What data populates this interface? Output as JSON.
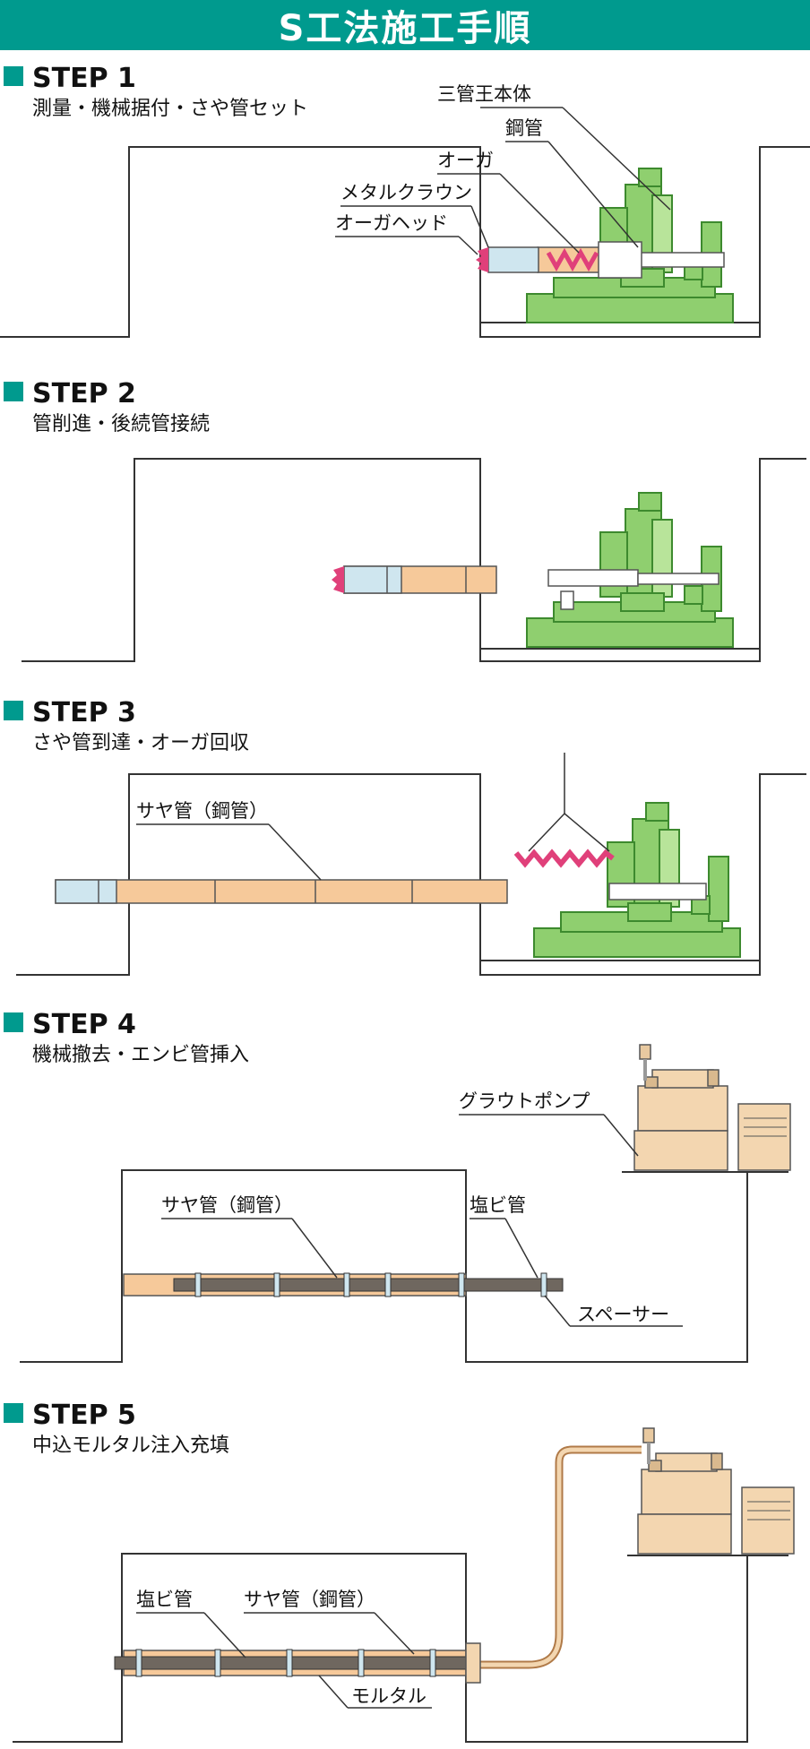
{
  "title": "S工法施工手順",
  "colors": {
    "banner": "#009a8e",
    "step_marker": "#009a8e",
    "machine": "#8fcf6f",
    "pipe": "#f6c99a",
    "tip": "#cfe6ef",
    "auger": "#e0407a",
    "pvc": "#6f675f",
    "pump": "#f3d6b0"
  },
  "steps": [
    {
      "title": "STEP 1",
      "subtitle": "測量・機械据付・さや管セット",
      "labels": [
        "三管王本体",
        "鋼管",
        "オーガ",
        "メタルクラウン",
        "オーガヘッド"
      ]
    },
    {
      "title": "STEP 2",
      "subtitle": "管削進・後続管接続",
      "labels": []
    },
    {
      "title": "STEP 3",
      "subtitle": "さや管到達・オーガ回収",
      "labels": [
        "サヤ管（鋼管）"
      ]
    },
    {
      "title": "STEP 4",
      "subtitle": "機械撤去・エンビ管挿入",
      "labels": [
        "グラウトポンプ",
        "サヤ管（鋼管）",
        "塩ビ管",
        "スペーサー"
      ]
    },
    {
      "title": "STEP 5",
      "subtitle": "中込モルタル注入充填",
      "labels": [
        "塩ビ管",
        "サヤ管（鋼管）",
        "モルタル"
      ]
    }
  ]
}
